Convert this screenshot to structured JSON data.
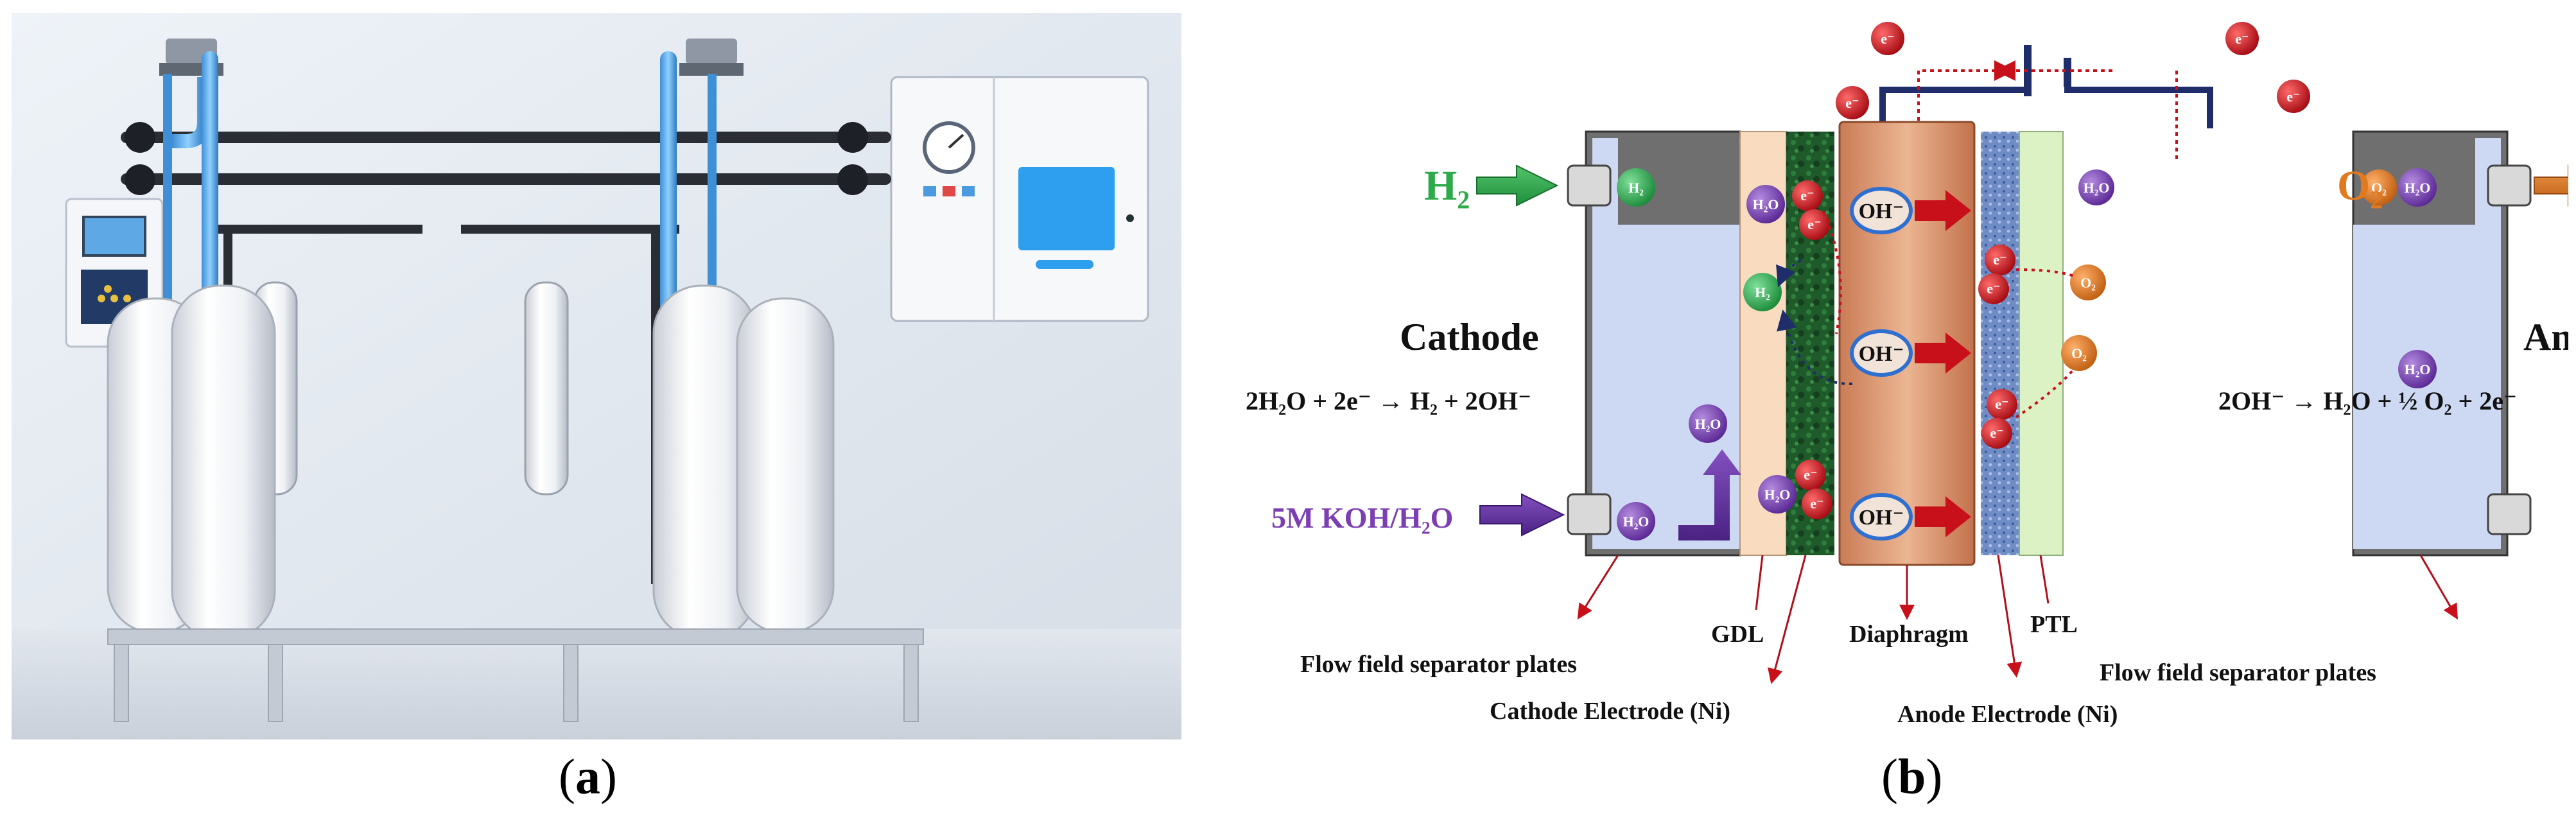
{
  "captions": {
    "a_open": "(",
    "a_letter": "a",
    "a_close": ")",
    "b_open": "(",
    "b_letter": "b",
    "b_close": ")"
  },
  "diagram": {
    "cathode_title": "Cathode",
    "anode_title": "Anode",
    "cathode_equation": "2H₂O + 2e⁻ → H₂ + 2OH⁻",
    "anode_equation": "2OH⁻ → H₂O  + ½ O₂ + 2e⁻",
    "h2_output": "H₂",
    "o2_output": "O₂",
    "feed_label": "5M KOH/H₂O",
    "labels": {
      "gdl": "GDL",
      "diaphragm": "Diaphragm",
      "ptl": "PTL",
      "flow_plates_left": "Flow field separator plates",
      "flow_plates_right": "Flow field separator plates",
      "cathode_electrode": "Cathode Electrode (Ni)",
      "anode_electrode": "Anode Electrode (Ni)"
    },
    "species": {
      "electron": "e⁻",
      "hydroxide": "OH⁻",
      "water": "H₂O",
      "hydrogen": "H₂",
      "oxygen": "O₂"
    },
    "colors": {
      "plate_gray": "#6f6f6f",
      "chamber_blue": "#cdd9f3",
      "gdl": "#f9dcc0",
      "cathode_electrode": "#1f5a2a",
      "diaphragm": "#d9956c",
      "anode_electrode": "#5670a8",
      "ptl": "#dcf2c5",
      "electron": "#c8101a",
      "hydrogen": "#2eaa4a",
      "oxygen": "#e07a20",
      "water": "#7b3fb3",
      "circuit": "#1f2d6b"
    }
  }
}
